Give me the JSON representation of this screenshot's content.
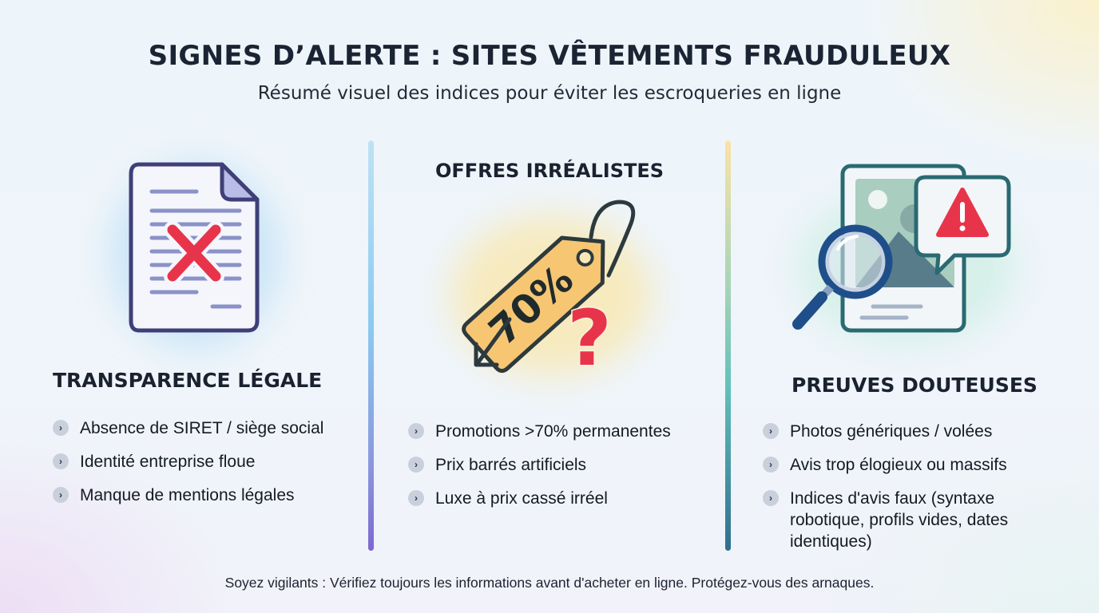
{
  "header": {
    "title": "SIGNES D’ALERTE : SITES VÊTEMENTS FRAUDULEUX",
    "subtitle": "Résumé visuel des indices pour éviter les escroqueries en ligne"
  },
  "columns": [
    {
      "heading": "TRANSPARENCE LÉGALE",
      "icon": "document-with-red-x-icon",
      "items": [
        "Absence de SIRET / siège social",
        "Identité entreprise floue",
        "Manque de mentions légales"
      ]
    },
    {
      "heading": "OFFRES IRRÉALISTES",
      "icon": "price-tag-question-icon",
      "tag_label": "70%",
      "tag_mark": "?",
      "items": [
        "Promotions >70% permanentes",
        "Prix barrés artificiels",
        "Luxe à prix cassé irréel"
      ]
    },
    {
      "heading": "PREUVES DOUTEUSES",
      "icon": "photo-magnifier-warning-icon",
      "items": [
        "Photos génériques / volées",
        "Avis trop élogieux ou massifs",
        "Indices d'avis faux (syntaxe robotique, profils vides, dates identiques)"
      ]
    }
  ],
  "bullet_glyph": "›",
  "footer": "Soyez vigilants : Vérifiez toujours les informations avant d'acheter en ligne. Protégez-vous des arnaques.",
  "colors": {
    "title": "#1b2433",
    "alert_red": "#e8344a",
    "doc_stroke": "#3f3f78",
    "doc_lines": "#8a92c8",
    "tag_fill": "#f7c673",
    "tag_stroke": "#2c3a3e",
    "photo_stroke": "#2a6a72",
    "magnifier": "#1f4f8a",
    "divider_left": [
      "#bfe2f3",
      "#7c68d0"
    ],
    "divider_right": [
      "#fbe3a4",
      "#2f6f8e"
    ]
  }
}
